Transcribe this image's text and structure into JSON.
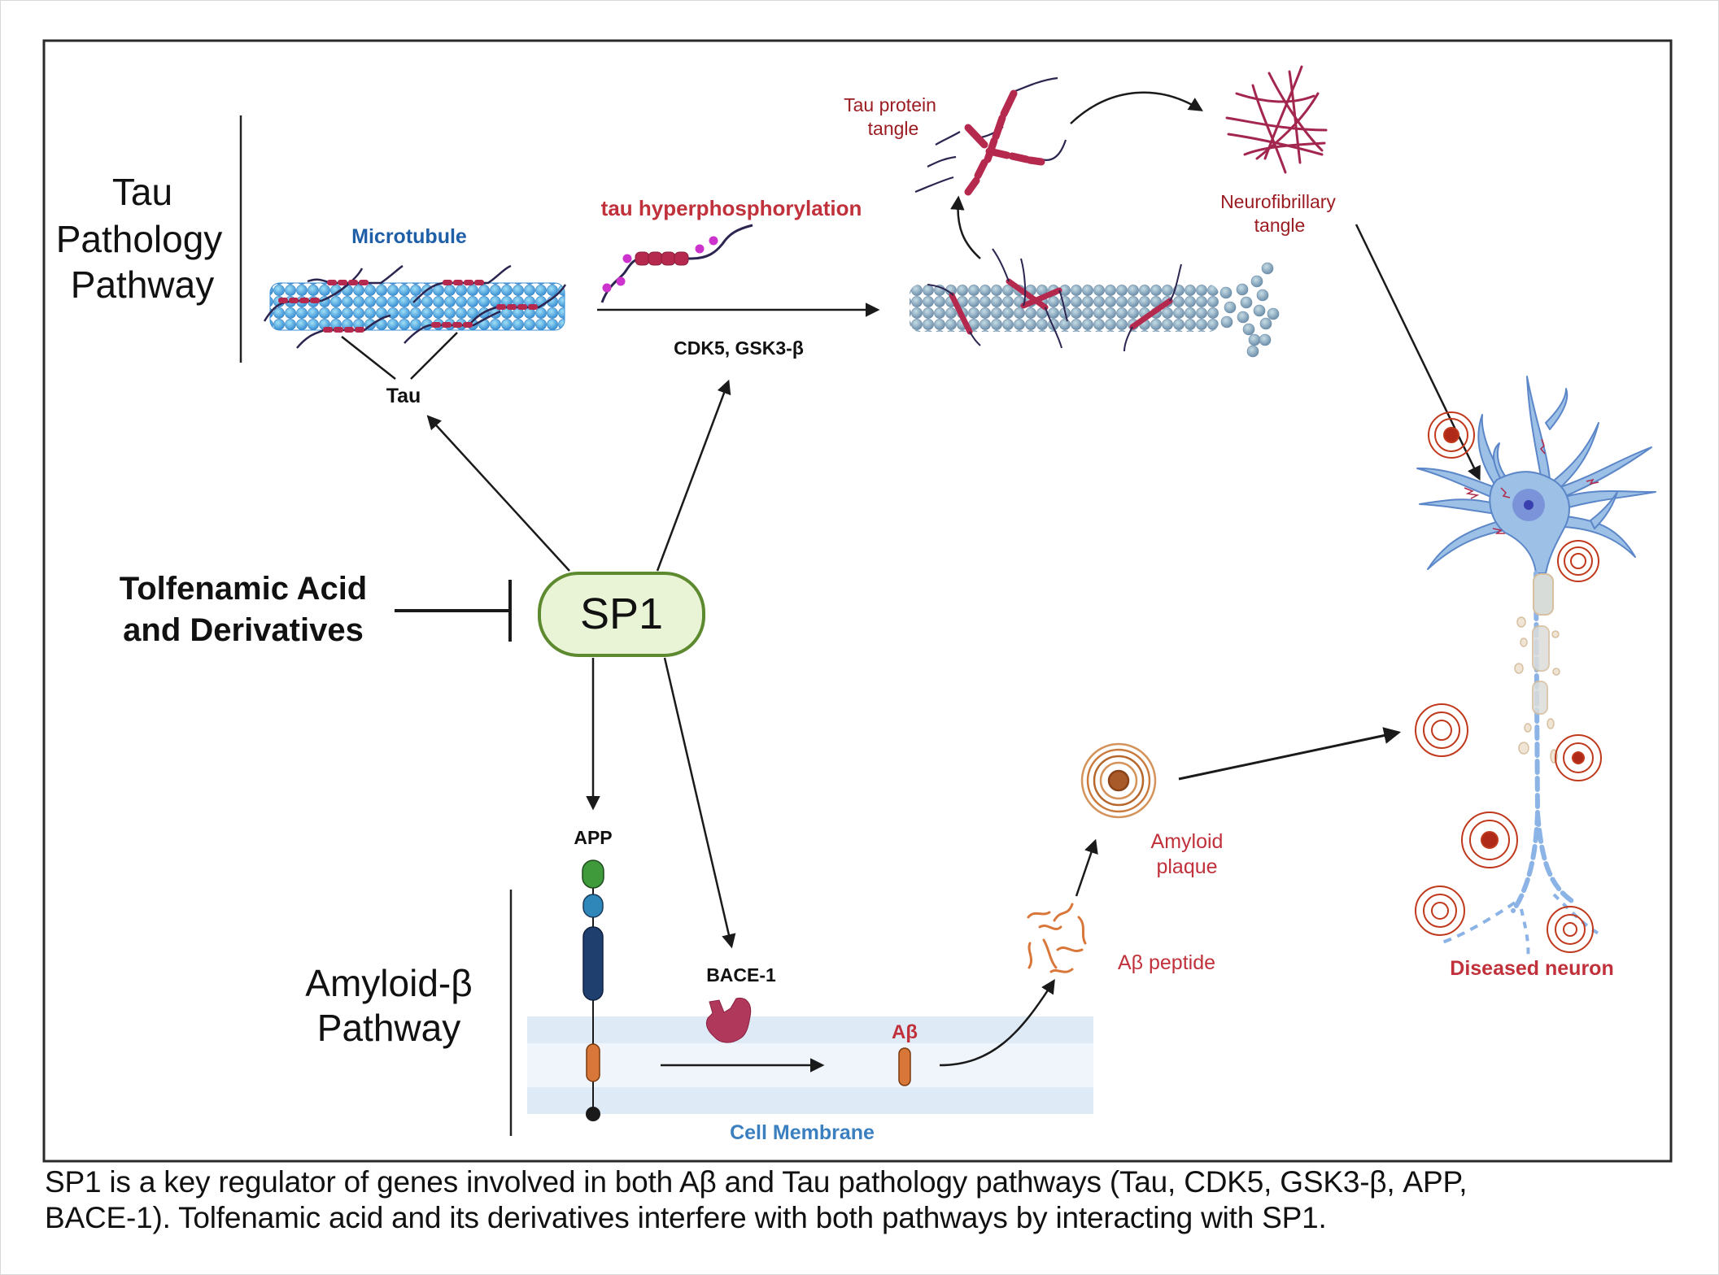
{
  "figure": {
    "tau_pathway_title": [
      "Tau",
      "Pathology",
      "Pathway"
    ],
    "amyloid_pathway_title": [
      "Amyloid-β",
      "Pathway"
    ],
    "microtubule_label": "Microtubule",
    "tau_label": "Tau",
    "tau_hyper_label": "tau hyperphosphorylation",
    "kinases_label": "CDK5, GSK3-β",
    "tau_tangle_label": [
      "Tau protein",
      "tangle"
    ],
    "nft_label": [
      "Neurofibrillary",
      "tangle"
    ],
    "drug_label": [
      "Tolfenamic Acid",
      "and Derivatives"
    ],
    "sp1_label": "SP1",
    "app_label": "APP",
    "bace_label": "BACE-1",
    "abeta_label": "Aβ",
    "membrane_label": "Cell Membrane",
    "abeta_peptide_label": "Aβ peptide",
    "plaque_label": [
      "Amyloid",
      "plaque"
    ],
    "neuron_label": "Diseased neuron"
  },
  "caption": {
    "lines": [
      "SP1 is a key regulator of genes involved in both Aβ and Tau pathology pathways (Tau, CDK5, GSK3-β, APP,",
      "BACE-1). Tolfenamic acid and its derivatives  interfere with both pathways by interacting with SP1."
    ]
  },
  "colors": {
    "tau_red": "#c0313b",
    "label_red": "#9b1c22",
    "microtubule_blue": "#1f5fa8",
    "membrane_blue": "#3a7fc0",
    "sp1_fill": "#e9f4d7",
    "sp1_stroke": "#5e8a2f",
    "tangle_magenta": "#a3264e",
    "plaque_red": "#c0391c",
    "plaque_orange": "#c97a3c",
    "neuron_blue": "#9dc0e6"
  }
}
